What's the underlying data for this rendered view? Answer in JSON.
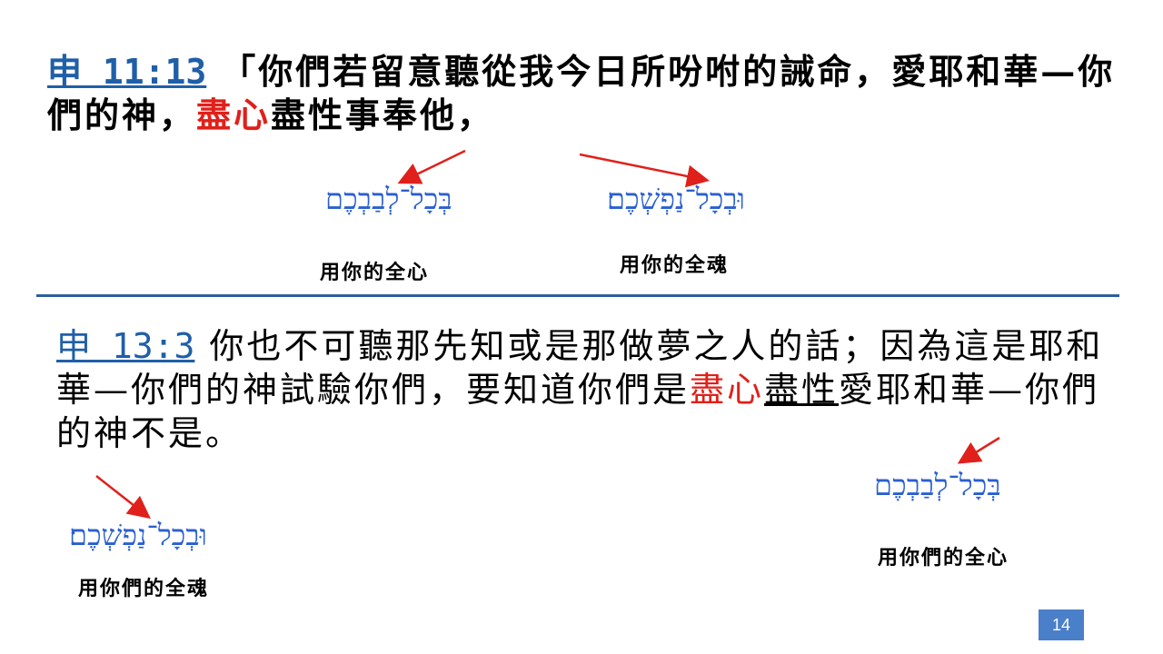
{
  "verse1": {
    "ref": "申 11:13",
    "text_a": "「你們若留意聽從我今日所吩咐的誡命，愛耶和華—你們的神，",
    "red": "盡心",
    "text_b": "盡性事奉他，"
  },
  "verse1_words": [
    {
      "hebrew": "בְּכָל־לְבַבְכֶם",
      "label": "用你的全心"
    },
    {
      "hebrew": "וּבְכָל־נַפְשְׁכֶם׃",
      "label": "用你的全魂"
    }
  ],
  "verse2": {
    "ref": "申 13:3",
    "text_a": "你也不可聽那先知或是那做夢之人的話；因為這是耶和華—你們的神試驗你們，要知道你們是",
    "red": "盡心",
    "underlined": "盡性",
    "text_b": "愛耶和華—你們的神不是。"
  },
  "verse2_words": [
    {
      "hebrew": "בְּכָל־לְבַבְכֶם",
      "label": "用你們的全心"
    },
    {
      "hebrew": "וּבְכָל־נַפְשְׁכֶם׃",
      "label": "用你們的全魂"
    }
  ],
  "page_number": "14",
  "colors": {
    "ref": "#1f5fa8",
    "highlight": "#e0201a",
    "hebrew": "#2a5fd0",
    "divider": "#2e5d9e",
    "page_badge": "#4a7fc9"
  }
}
